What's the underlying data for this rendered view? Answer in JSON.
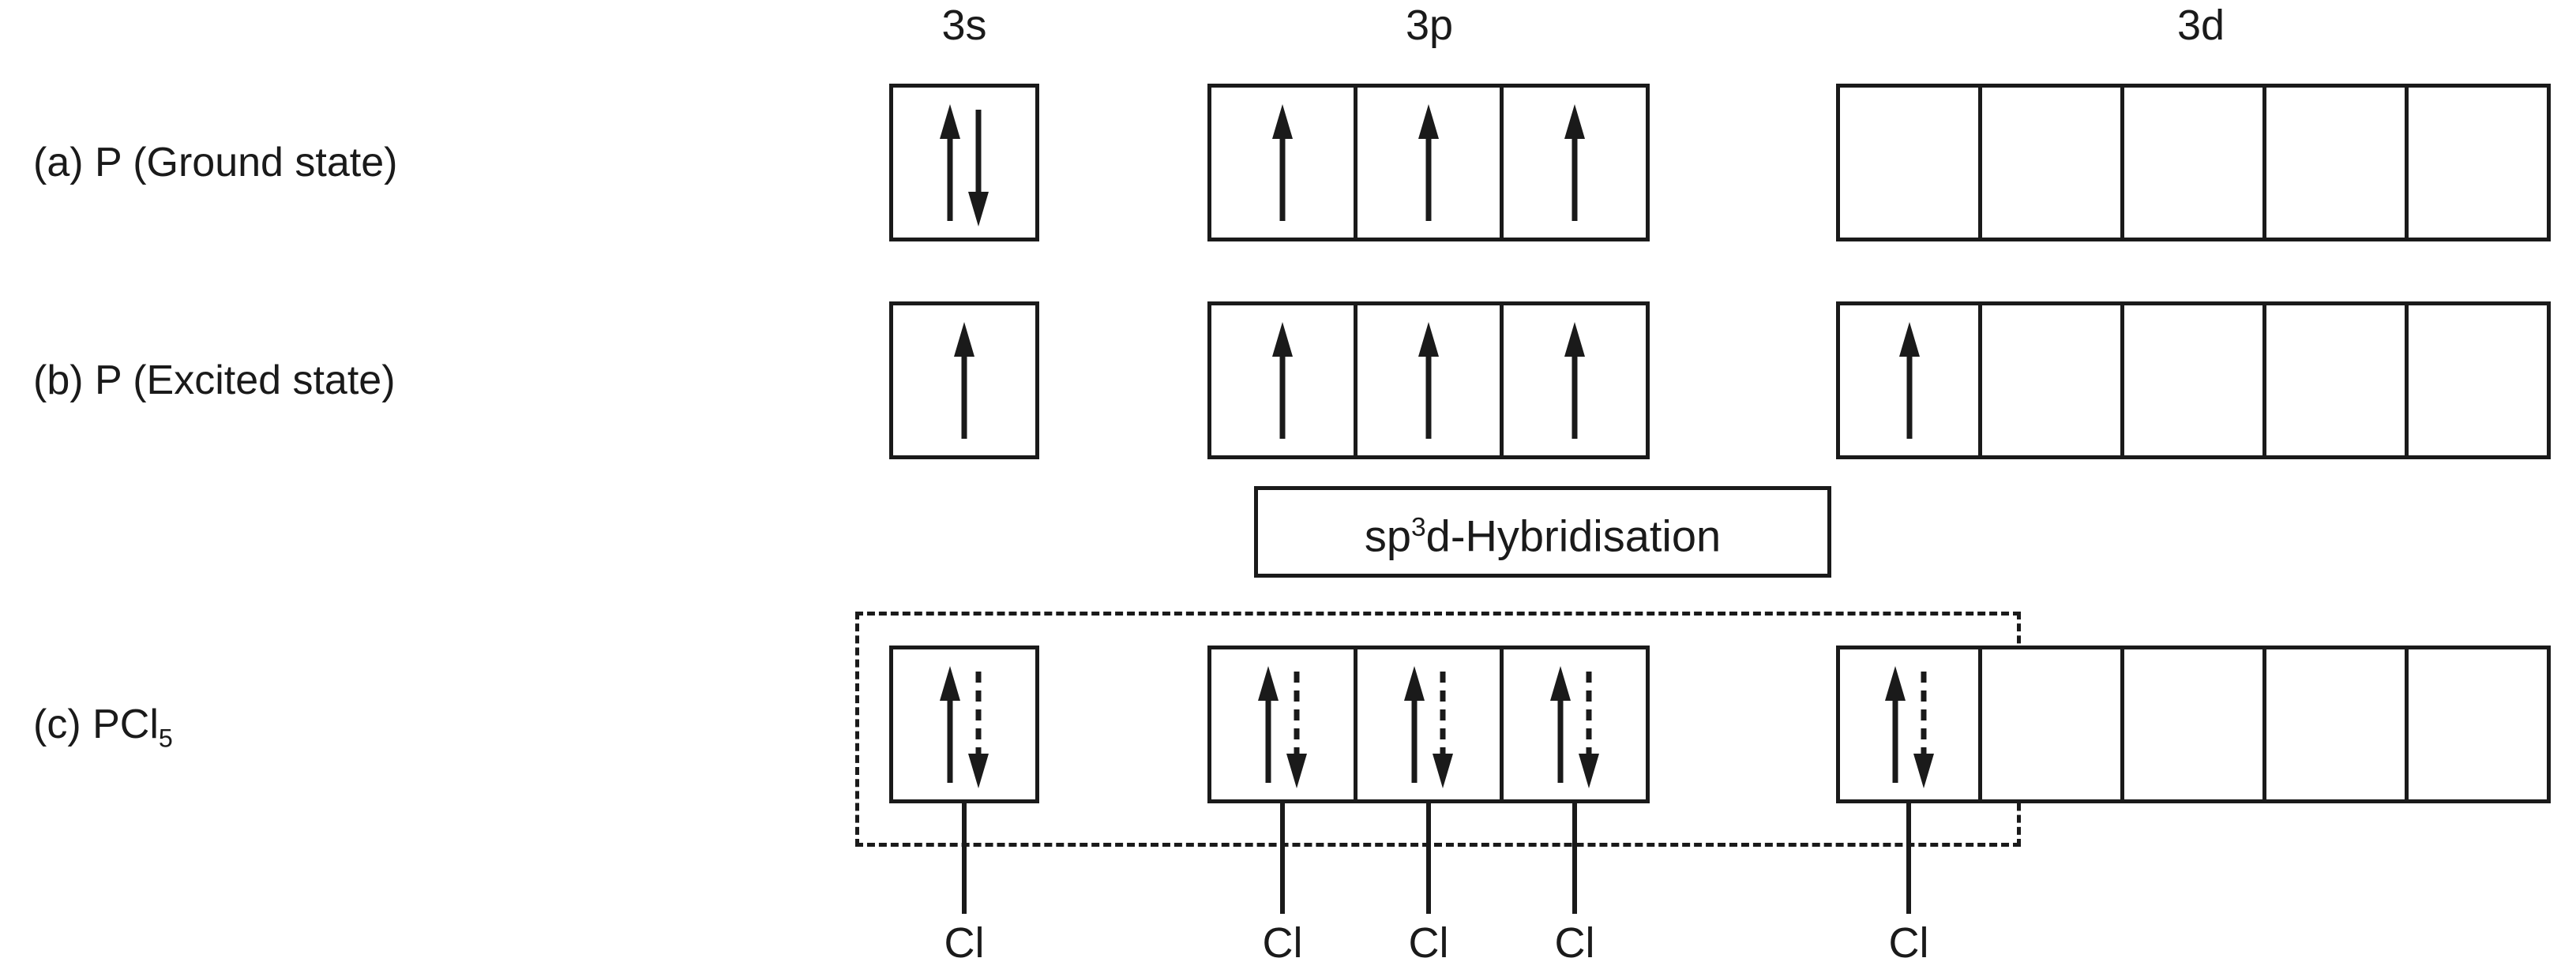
{
  "diagram": {
    "colors": {
      "ink": "#1a1a1a",
      "background": "#ffffff"
    },
    "column_headers": [
      {
        "label": "3s"
      },
      {
        "label": "3p"
      },
      {
        "label": "3d"
      }
    ],
    "hybridisation": {
      "prefix": "sp",
      "superscript": "3",
      "suffix": "d-Hybridisation"
    },
    "rows": [
      {
        "label": "(a) P (Ground state)",
        "orbitals": {
          "s": [
            "up|down"
          ],
          "p": [
            "up",
            "up",
            "up"
          ],
          "d": [
            "",
            "",
            "",
            "",
            ""
          ]
        }
      },
      {
        "label": "(b) P (Excited state)",
        "orbitals": {
          "s": [
            "up"
          ],
          "p": [
            "up",
            "up",
            "up"
          ],
          "d": [
            "up",
            "",
            "",
            "",
            ""
          ]
        }
      },
      {
        "label": "(c) PCl",
        "label_subscript": "5",
        "orbitals": {
          "s": [
            "up|down-dashed"
          ],
          "p": [
            "up|down-dashed",
            "up|down-dashed",
            "up|down-dashed"
          ],
          "d": [
            "up|down-dashed",
            "",
            "",
            "",
            ""
          ]
        }
      }
    ],
    "bond_labels": [
      "Cl",
      "Cl",
      "Cl",
      "Cl",
      "Cl"
    ]
  }
}
